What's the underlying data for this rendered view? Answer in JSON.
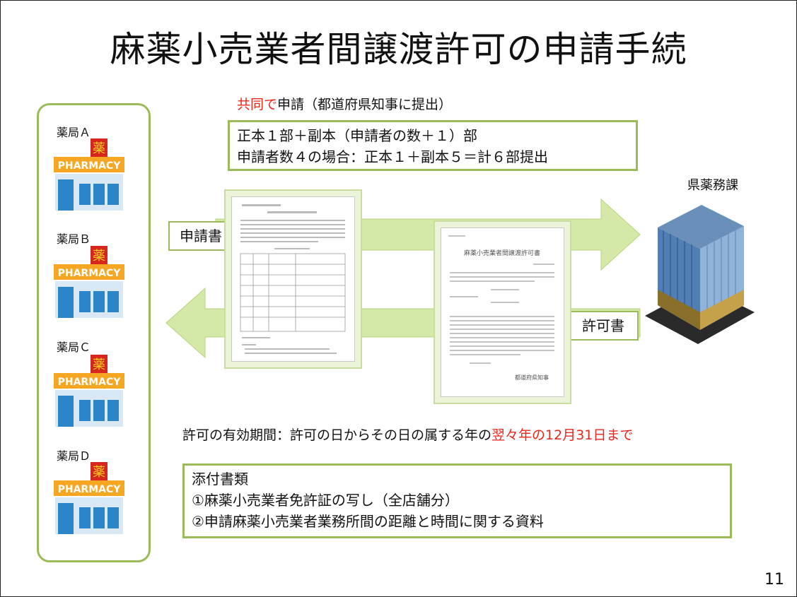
{
  "title": "麻薬小売業者間譲渡許可の申請手続",
  "joint_application": {
    "highlight": "共同で",
    "rest": "申請（都道府県知事に提出）"
  },
  "copies_box": {
    "line1": "正本１部＋副本（申請者の数＋１）部",
    "line2": "申請者数４の場合：正本１＋副本５＝計６部提出"
  },
  "pharmacies": [
    {
      "label": "薬局Ａ",
      "sign_char": "薬",
      "sign_text": "PHARMACY"
    },
    {
      "label": "薬局Ｂ",
      "sign_char": "薬",
      "sign_text": "PHARMACY"
    },
    {
      "label": "薬局Ｃ",
      "sign_char": "薬",
      "sign_text": "PHARMACY"
    },
    {
      "label": "薬局Ｄ",
      "sign_char": "薬",
      "sign_text": "PHARMACY"
    }
  ],
  "application_label": "申請書",
  "permit_label": "許可書",
  "prefecture_office_label": "県薬務課",
  "permit_doc": {
    "heading": "麻薬小売業者間譲渡許可書",
    "signature": "都道府県知事"
  },
  "validity": {
    "prefix": "許可の有効期間：許可の日からその日の属する年の",
    "highlight": "翌々年の12月31日まで"
  },
  "attachments": {
    "heading": "添付書類",
    "item1": "①麻薬小売業者免許証の写し（全店舗分）",
    "item2": "②申請麻薬小売業者業務所間の距離と時間に関する資料"
  },
  "page_number": "11",
  "colors": {
    "frame_green": "#9bbb59",
    "arrow_green": "#d4e8a8",
    "highlight_red": "#e8261a",
    "pharmacy_orange": "#f5a623",
    "pharmacy_red": "#d9261c",
    "pharmacy_blue": "#2a86c8"
  }
}
